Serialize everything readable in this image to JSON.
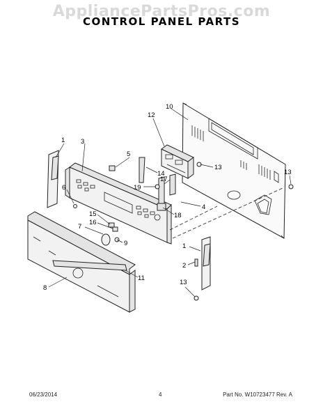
{
  "watermark": "AppliancePartsPros.com",
  "title": "CONTROL PANEL PARTS",
  "footer": {
    "date": "06/23/2014",
    "page": "4",
    "part_no": "Part No. W10723477  Rev. A"
  },
  "callouts": {
    "c1a": "1",
    "c1b": "1",
    "c2": "2",
    "c3": "3",
    "c4": "4",
    "c5": "5",
    "c6": "6",
    "c7": "7",
    "c8": "8",
    "c9": "9",
    "c10": "10",
    "c11": "11",
    "c12": "12",
    "c13a": "13",
    "c13b": "13",
    "c13c": "13",
    "c14": "14",
    "c15": "15",
    "c16": "16",
    "c17": "17",
    "c18": "18",
    "c19": "19"
  }
}
